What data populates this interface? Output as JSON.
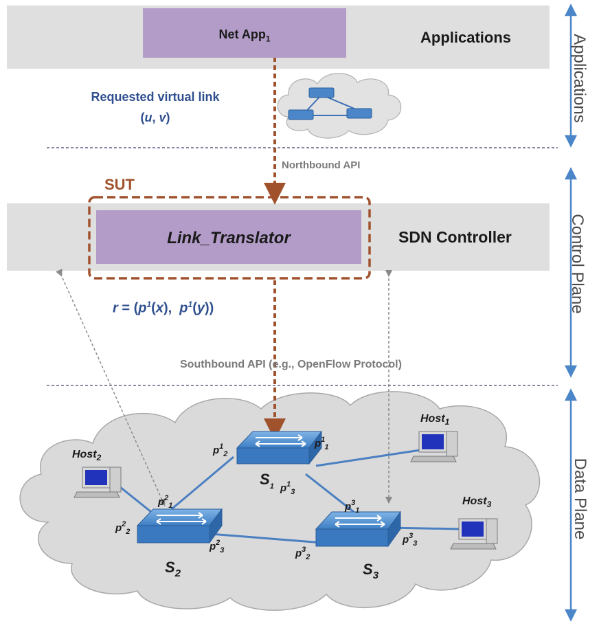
{
  "layers": {
    "applications": "Applications",
    "controller": "SDN Controller"
  },
  "net_app": {
    "name": "Net App",
    "sub": "1"
  },
  "requested_link": {
    "line1": "Requested virtual link",
    "u": "u",
    "v": "v"
  },
  "northbound": "Northbound API",
  "sut": "SUT",
  "link_translator": "Link_Translator",
  "route": {
    "r": "r",
    "p": "p",
    "sup": "1",
    "x": "x",
    "y": "y"
  },
  "southbound": "Southbound API (e.g., OpenFlow Protocol)",
  "side_labels": {
    "applications": "Applications",
    "control": "Control Plane",
    "data": "Data Plane"
  },
  "switches": [
    {
      "id": "S",
      "sub": "1"
    },
    {
      "id": "S",
      "sub": "2"
    },
    {
      "id": "S",
      "sub": "3"
    }
  ],
  "hosts": [
    {
      "id": "Host",
      "sub": "1"
    },
    {
      "id": "Host",
      "sub": "2"
    },
    {
      "id": "Host",
      "sub": "3"
    }
  ],
  "ports": [
    {
      "p": "p",
      "sup": "1",
      "sub": "1"
    },
    {
      "p": "p",
      "sup": "1",
      "sub": "2"
    },
    {
      "p": "p",
      "sup": "1",
      "sub": "3"
    },
    {
      "p": "p",
      "sup": "2",
      "sub": "1"
    },
    {
      "p": "p",
      "sup": "2",
      "sub": "2"
    },
    {
      "p": "p",
      "sup": "2",
      "sub": "3"
    },
    {
      "p": "p",
      "sup": "3",
      "sub": "1"
    },
    {
      "p": "p",
      "sup": "3",
      "sub": "2"
    },
    {
      "p": "p",
      "sup": "3",
      "sub": "3"
    }
  ],
  "colors": {
    "arrow": "#a0522d",
    "link": "#4a7fc1",
    "layer": "#e0dfdf",
    "box": "#b39cc8",
    "side_arrow": "#4a86c8"
  }
}
